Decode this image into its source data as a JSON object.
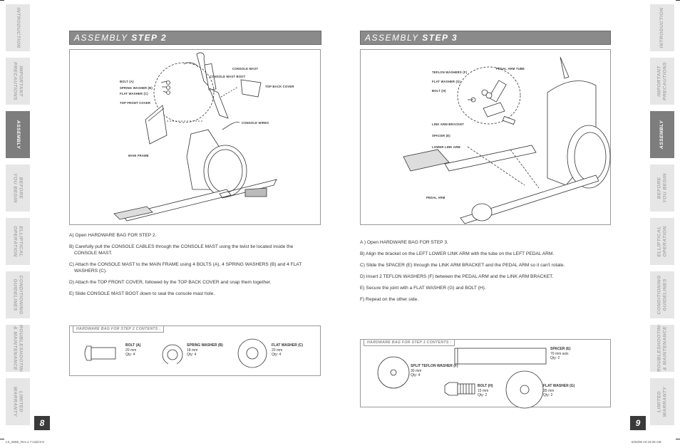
{
  "left_tabs": [
    {
      "label": "INTRODUCTION",
      "active": false
    },
    {
      "label": "IMPORTANT\nPRECAUTIONS",
      "active": false
    },
    {
      "label": "ASSEMBLY",
      "active": true
    },
    {
      "label": "BEFORE\nYOU BEGIN",
      "active": false
    },
    {
      "label": "ELLIPTICAL\nOPERATION",
      "active": false
    },
    {
      "label": "CONDITIONING\nGUIDELINES",
      "active": false
    },
    {
      "label": "TROUBLESHOOTING\n& MAINTENANCE",
      "active": false
    },
    {
      "label": "LIMITED\nWARRANTY",
      "active": false
    }
  ],
  "right_tabs": [
    {
      "label": "INTRODUCTION",
      "active": false
    },
    {
      "label": "IMPORTANT\nPRECAUTIONS",
      "active": false
    },
    {
      "label": "ASSEMBLY",
      "active": true
    },
    {
      "label": "BEFORE\nYOU BEGIN",
      "active": false
    },
    {
      "label": "ELLIPTICAL\nOPERATION",
      "active": false
    },
    {
      "label": "CONDITIONING\nGUIDELINES",
      "active": false
    },
    {
      "label": "TROUBLESHOOTING\n& MAINTENANCE",
      "active": false
    },
    {
      "label": "LIMITED\nWARRANTY",
      "active": false
    }
  ],
  "step2": {
    "title_prefix": "ASSEMBLY",
    "title_step": "STEP 2",
    "labels": {
      "console_mast": "CONSOLE MAST",
      "console_mast_boot": "CONSOLE MAST BOOT",
      "bolt": "BOLT (A)",
      "spring_washer": "SPRING WASHER (B)",
      "flat_washer": "FLAT WASHER (C)",
      "top_back_cover": "TOP BACK COVER",
      "top_front_cover": "TOP FRONT COVER",
      "console_wires": "CONSOLE WIRES",
      "main_frame": "MAIN FRAME"
    },
    "instructions": {
      "a": "A) Open HARDWARE BAG FOR STEP 2.",
      "b": "B) Carefully pull the CONSOLE CABLES through the CONSOLE MAST using the twist tie located inside the CONSOLE MAST.",
      "c": "C) Attach the CONSOLE MAST to the MAIN FRAME using 4 BOLTS (A), 4 SPRING WASHERS (B) and 4 FLAT WASHERS (C).",
      "d": "D) Attach the TOP FRONT COVER, followed by the TOP BACK COVER and snap them together.",
      "e": "E) Slide CONSOLE MAST BOOT down to seal the console mast hole."
    },
    "hardware_title": "HARDWARE BAG FOR STEP 2 CONTENTS :",
    "hardware": [
      {
        "name": "BOLT (A)",
        "size": "20 mm",
        "qty": "Qty: 4"
      },
      {
        "name": "SPRING WASHER (B)",
        "size": "18 mm",
        "qty": "Qty: 4"
      },
      {
        "name": "FLAT WASHER (C)",
        "size": "20 mm",
        "qty": "Qty: 4"
      }
    ],
    "page_number": "8"
  },
  "step3": {
    "title_prefix": "ASSEMBLY",
    "title_step": "STEP 3",
    "labels": {
      "pedal_arm_tube": "PEDAL ARM TUBE",
      "teflon_washers": "TEFLON WASHERS (F)",
      "flat_washer": "FLAT WASHER (G)",
      "bolt": "BOLT (H)",
      "link_arm_bracket": "LINK ARM BRACKET",
      "spacer": "SPACER (E)",
      "lower_link_arm": "LOWER LINK ARM",
      "pedal_arm": "PEDAL ARM"
    },
    "instructions": {
      "a": "A ) Open HARDWARE BAG FOR STEP 3.",
      "b": "B) Align the bracket on the LEFT LOWER LINK ARM with the tube on the LEFT PEDAL ARM.",
      "c": "C) Slide the SPACER (E) through the LINK ARM BRACKET and the PEDAL ARM so it can't rotate.",
      "d": "D) Insert 2 TEFLON WASHERS (F) between the PEDAL ARM and the LINK ARM BRACKET.",
      "e": "E) Secure the joint with a FLAT WASHER (G) and BOLT (H).",
      "f": "F) Repeat on the other side."
    },
    "hardware_title": "HARDWARE BAG FOR STEP 3 CONTENTS :",
    "hardware": [
      {
        "name": "SPACER (E)",
        "size": "70 mm axis",
        "qty": "Qty: 2"
      },
      {
        "name": "SPLIT TEFLON WASHER (F)",
        "size": "30 mm",
        "qty": "Qty: 4"
      },
      {
        "name": "BOLT (H)",
        "size": "15 mm",
        "qty": "Qty: 2"
      },
      {
        "name": "FLAT WASHER (G)",
        "size": "35 mm",
        "qty": "Qty: 2"
      }
    ],
    "page_number": "9"
  },
  "footer": {
    "left": "LS_665E_Rev.1.7.indd 8-9",
    "right": "6/26/08 10:43:26 AM"
  }
}
